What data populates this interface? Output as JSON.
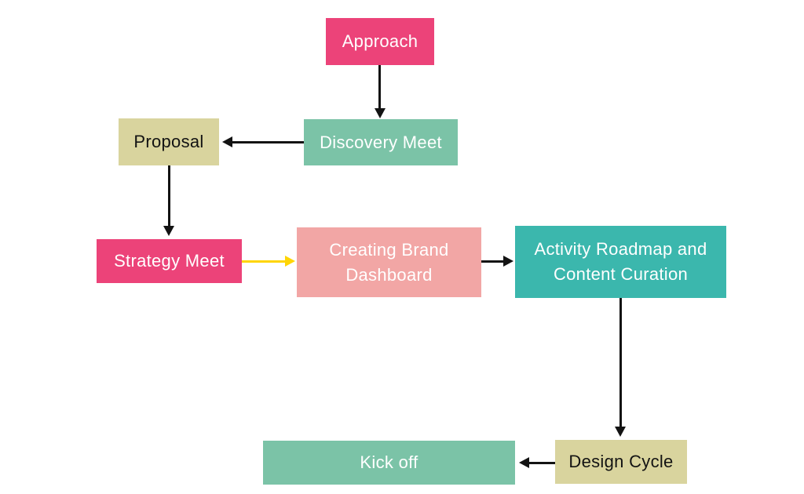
{
  "diagram": {
    "type": "flowchart",
    "background": "#FFFFFF",
    "nodes": [
      {
        "id": "approach",
        "label": "Approach",
        "fill": "#EC4379",
        "text_color": "#FFFFFF"
      },
      {
        "id": "discovery-meet",
        "label": "Discovery Meet",
        "fill": "#7BC3A7",
        "text_color": "#FFFFFF"
      },
      {
        "id": "proposal",
        "label": "Proposal",
        "fill": "#D9D49E",
        "text_color": "#131313"
      },
      {
        "id": "strategy-meet",
        "label": "Strategy Meet",
        "fill": "#EC4379",
        "text_color": "#FFFFFF"
      },
      {
        "id": "creating-brand-dashboard",
        "label": "Creating Brand Dashboard",
        "fill": "#F2A6A5",
        "text_color": "#FFFFFF"
      },
      {
        "id": "activity-roadmap",
        "label": "Activity Roadmap and Content Curation",
        "fill": "#3BB7AD",
        "text_color": "#FFFFFF"
      },
      {
        "id": "design-cycle",
        "label": "Design Cycle",
        "fill": "#D9D49E",
        "text_color": "#131313"
      },
      {
        "id": "kick-off",
        "label": "Kick off",
        "fill": "#7BC3A7",
        "text_color": "#FFFFFF"
      }
    ],
    "edges": [
      {
        "from": "approach",
        "to": "discovery-meet",
        "direction": "down",
        "color": "#131313"
      },
      {
        "from": "discovery-meet",
        "to": "proposal",
        "direction": "left",
        "color": "#131313"
      },
      {
        "from": "proposal",
        "to": "strategy-meet",
        "direction": "down",
        "color": "#131313"
      },
      {
        "from": "strategy-meet",
        "to": "creating-brand-dashboard",
        "direction": "right",
        "color": "#FFD504"
      },
      {
        "from": "creating-brand-dashboard",
        "to": "activity-roadmap",
        "direction": "right",
        "color": "#131313"
      },
      {
        "from": "activity-roadmap",
        "to": "design-cycle",
        "direction": "down",
        "color": "#131313"
      },
      {
        "from": "design-cycle",
        "to": "kick-off",
        "direction": "left",
        "color": "#131313"
      }
    ],
    "colors": {
      "pink": "#EC4379",
      "seafoam_green": "#7BC3A7",
      "beige": "#D9D49E",
      "salmon": "#F2A6A5",
      "teal": "#3BB7AD",
      "arrow_black": "#131313",
      "arrow_yellow": "#FFD504"
    }
  }
}
